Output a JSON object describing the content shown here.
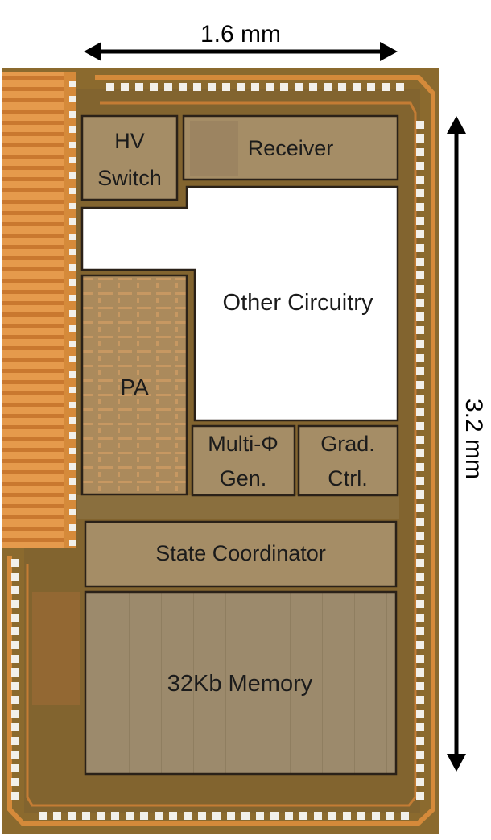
{
  "dimensions": {
    "width_label": "1.6 mm",
    "height_label": "3.2 mm"
  },
  "blocks": {
    "hv_switch": {
      "line1": "HV",
      "line2": "Switch"
    },
    "receiver": "Receiver",
    "other_circuitry": "Other Circuitry",
    "pa": "PA",
    "multi_phase": {
      "line1": "Multi-Φ",
      "line2": "Gen."
    },
    "grad_ctrl": {
      "line1": "Grad.",
      "line2": "Ctrl."
    },
    "state_coordinator": "State Coordinator",
    "memory": "32Kb Memory"
  },
  "colors": {
    "die_background": "#8b6a2e",
    "copper": "#d58a3a",
    "pad": "#f2f0ea",
    "block_fill": "#a58d66",
    "block_stroke": "#2a2118",
    "other_circuitry_fill": "#ffffff"
  }
}
